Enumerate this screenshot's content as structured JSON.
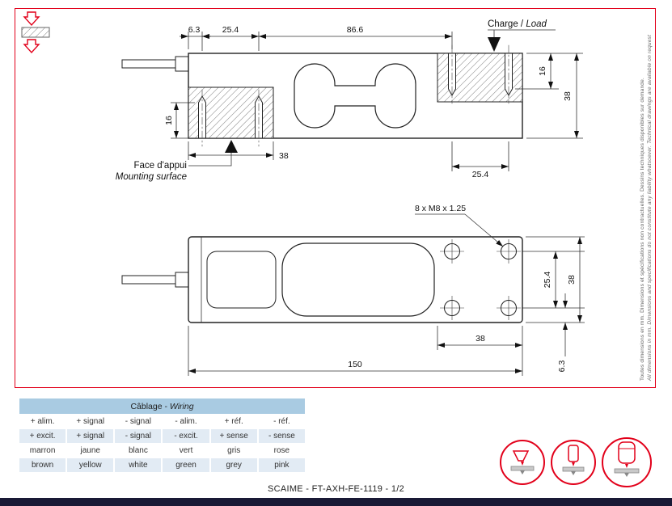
{
  "page": {
    "footer": "SCAIME - FT-AXH-FE-1119 -  1/2",
    "colors": {
      "accent_red": "#e2001a",
      "table_header_blue": "#a9cbe2",
      "table_row_blue": "#e2ebf4",
      "bottom_bar_navy": "#191935"
    }
  },
  "drawing": {
    "charge_fr": "Charge / ",
    "charge_en": "Load",
    "face_fr": "Face d'appui",
    "face_en": "Mounting surface",
    "thread_callout": "8 x M8 x 1.25",
    "note_fr": "Toutes dimensions en mm. Dimensions et spécifications non contractuelles. Dessins techniques disponibles sur demande.",
    "note_en": "All dimensions in mm. Dimensions and specifications do not constitute any liability whatsoever. Technical drawings are available on request",
    "dims": {
      "side_top_offset": "6.3",
      "side_top_pitch": "25.4",
      "side_top_span": "86.6",
      "side_thread_depth_right": "16",
      "side_height": "38",
      "side_thread_depth_left": "16",
      "side_block_length": "38",
      "side_hole_pitch_right": "25.4",
      "top_hole_pitch": "25.4",
      "top_width": "38",
      "top_edge_offset": "6.3",
      "top_block_length": "38",
      "top_length": "150"
    },
    "icons": [
      "load-direction-pictogram",
      "hopper-mounting-icon",
      "tank-mounting-icon",
      "vessel-mounting-icon"
    ]
  },
  "wiring": {
    "title": "Câblage - ",
    "title_it": "Wiring",
    "rows": [
      [
        "+ alim.",
        "+ signal",
        "- signal",
        "- alim.",
        "+ réf.",
        "- réf."
      ],
      [
        "+ excit.",
        "+ signal",
        "- signal",
        "- excit.",
        "+ sense",
        "- sense"
      ],
      [
        "marron",
        "jaune",
        "blanc",
        "vert",
        "gris",
        "rose"
      ],
      [
        "brown",
        "yellow",
        "white",
        "green",
        "grey",
        "pink"
      ]
    ]
  }
}
